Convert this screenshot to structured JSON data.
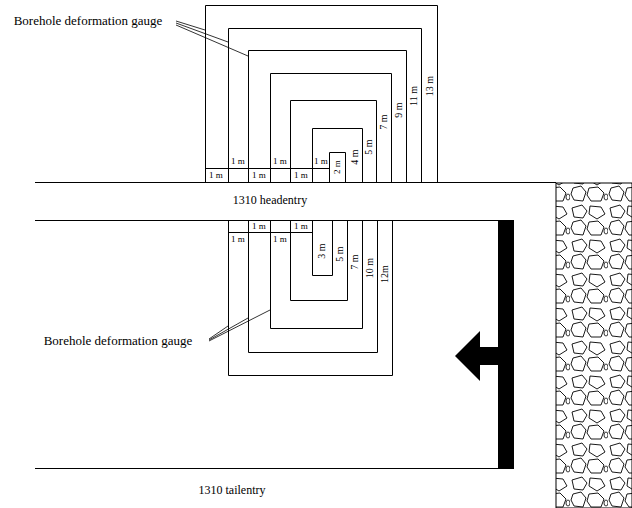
{
  "diagram": {
    "labels": [
      "Borehole deformation gauge",
      "1 m",
      "1 m",
      "1 m",
      "1 m",
      "1 m",
      "1 m",
      "2 m",
      "4 m",
      "5 m",
      "7 m",
      "9 m",
      "11 m",
      "13 m",
      "1310 headentry",
      "Borehole deformation gauge",
      "1 m",
      "1 m",
      "1 m",
      "1 m",
      "3 m",
      "5 m",
      "7 m",
      "10 m",
      "12m",
      "1310 tailentry"
    ]
  }
}
